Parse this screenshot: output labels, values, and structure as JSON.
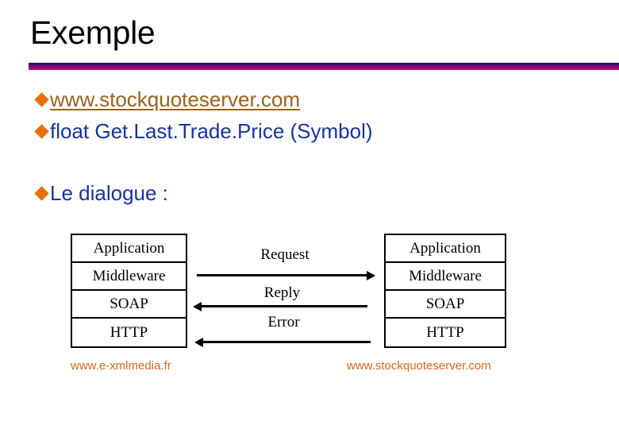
{
  "slide": {
    "title": "Exemple",
    "rule_gradient_top": "#2d0a5e",
    "rule_gradient_bottom": "#b5005e"
  },
  "bullets": [
    {
      "name": "site-url",
      "marker": "diamond-bullet-icon",
      "text": "www.stockquoteserver.com",
      "color": "#9a6216",
      "underline": true
    },
    {
      "name": "method-signature",
      "marker": "diamond-bullet-icon",
      "text": "float Get.Last.Trade.Price (Symbol)",
      "color": "#16349c",
      "underline": false
    },
    {
      "name": "dialogue-heading",
      "marker": "diamond-bullet-icon",
      "text": "Le dialogue :",
      "color": "#16349c",
      "underline": false
    }
  ],
  "diagram": {
    "left_stack": {
      "caption": "www.e-xmlmedia.fr",
      "layers": [
        "Application",
        "Middleware",
        "SOAP",
        "HTTP"
      ]
    },
    "right_stack": {
      "caption": "www.stockquoteserver.com",
      "layers": [
        "Application",
        "Middleware",
        "SOAP",
        "HTTP"
      ]
    },
    "messages": [
      {
        "label": "Request",
        "direction": "right"
      },
      {
        "label": "Reply",
        "direction": "left"
      },
      {
        "label": "Error",
        "direction": "left"
      }
    ],
    "caption_color": "#d2691e",
    "line_color": "#000000"
  }
}
